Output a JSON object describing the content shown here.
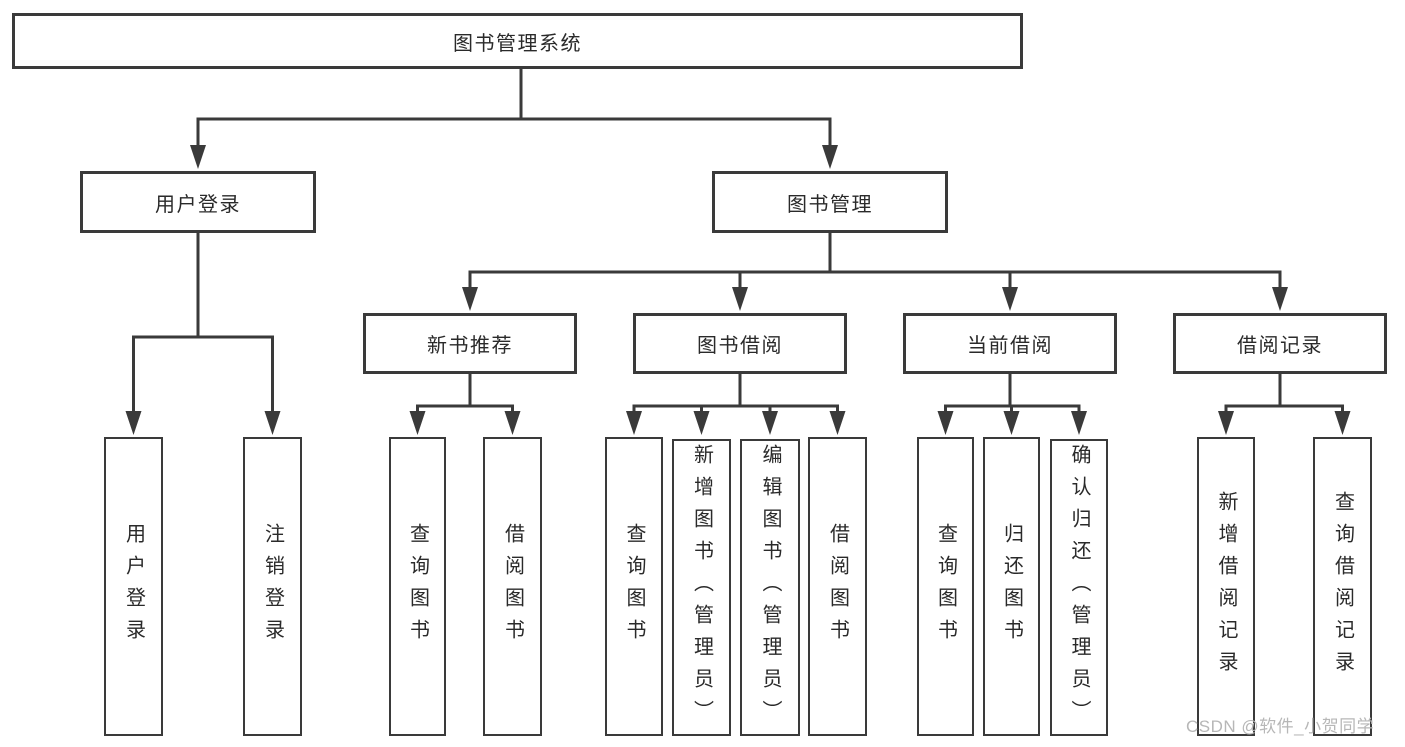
{
  "title": "图书管理系统",
  "level2": [
    "用户登录",
    "图书管理"
  ],
  "level3": [
    "新书推荐",
    "图书借阅",
    "当前借阅",
    "借阅记录"
  ],
  "leaves": {
    "login": [
      "用户登录",
      "注销登录"
    ],
    "recommend": [
      "查询图书",
      "借阅图书"
    ],
    "borrow": [
      "查询图书",
      "新增图书（管理员）",
      "编辑图书（管理员）",
      "借阅图书"
    ],
    "current": [
      "查询图书",
      "归还图书",
      "确认归还（管理员）"
    ],
    "records": [
      "新增借阅记录",
      "查询借阅记录"
    ]
  },
  "watermark": "CSDN @软件_小贺同学",
  "colors": {
    "line": "#3a3a3a",
    "text": "#2a2a2a",
    "watermark": "#b7b7b7",
    "background": "#ffffff"
  }
}
